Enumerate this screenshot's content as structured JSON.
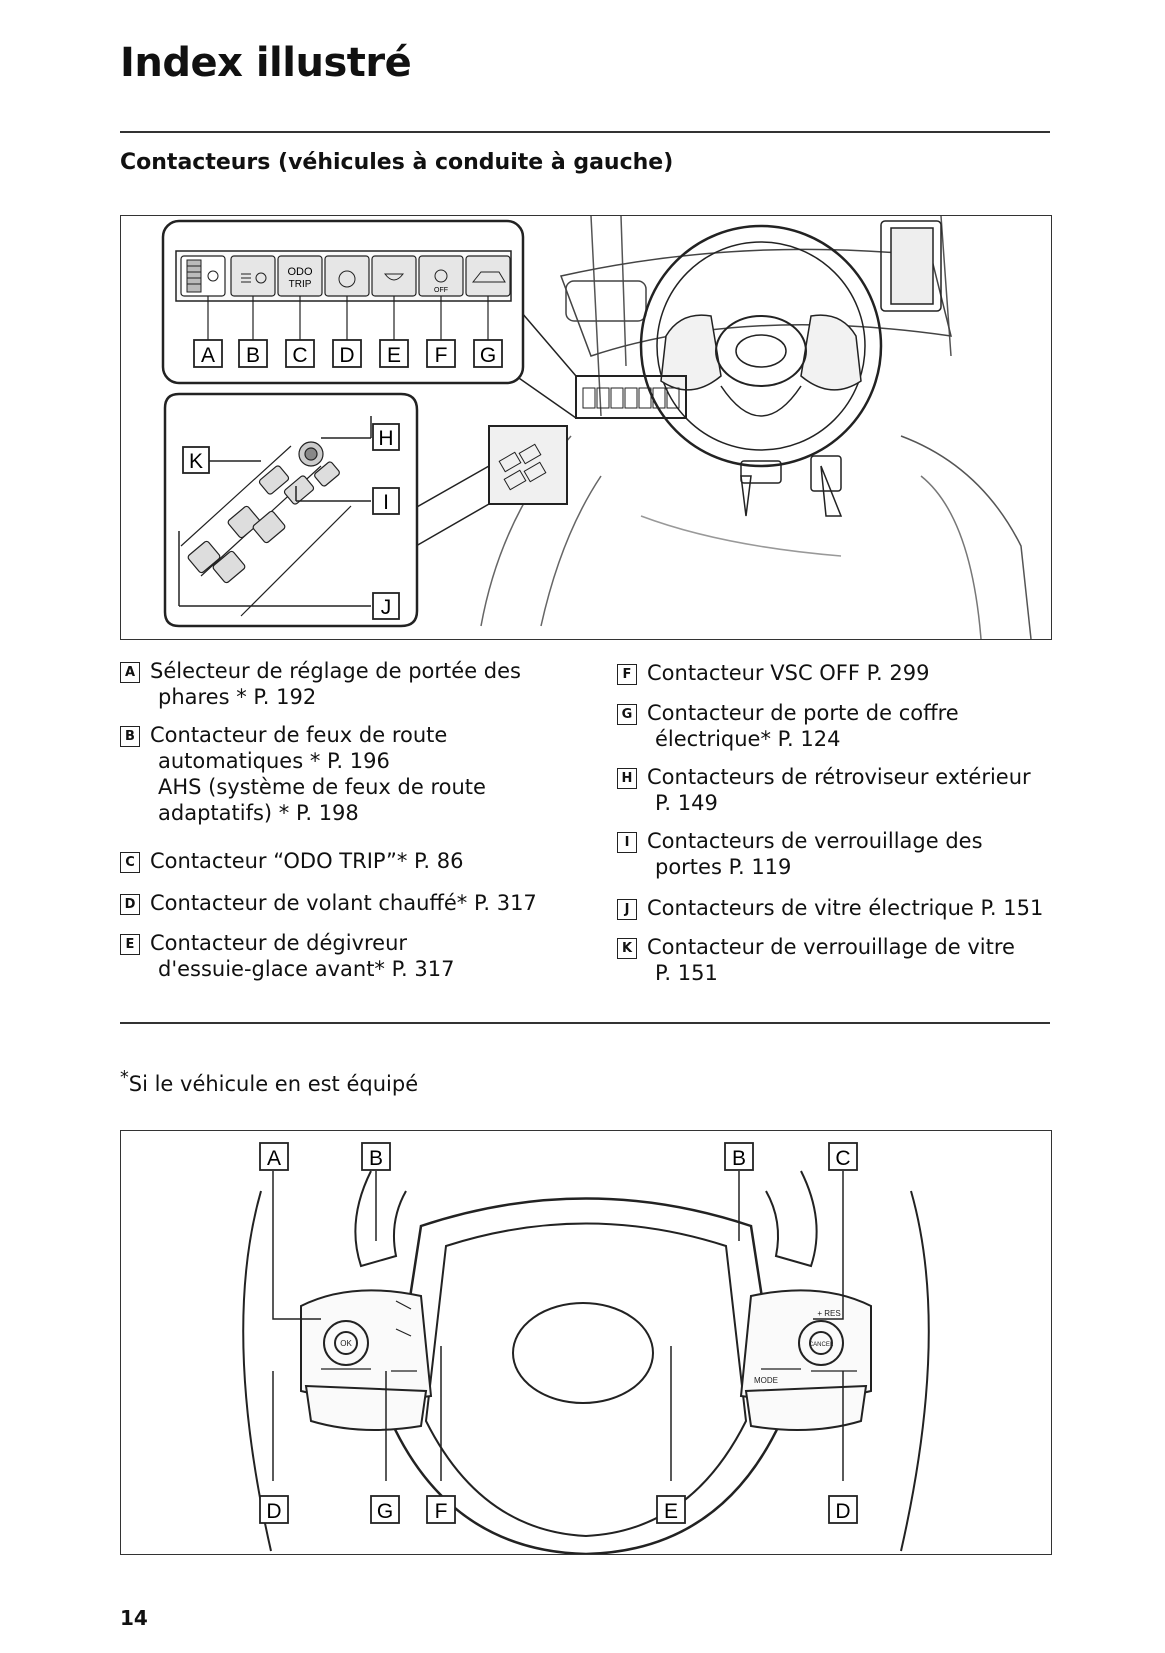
{
  "page": {
    "title": "Index illustré",
    "subtitle": "Contacteurs (véhicules à conduite à gauche)",
    "footnote_mark": "*",
    "footnote_text": "Si le véhicule en est équipé",
    "page_number": "14"
  },
  "figure1": {
    "callouts_top": [
      "A",
      "B",
      "C",
      "D",
      "E",
      "F",
      "G"
    ],
    "callouts_side": [
      "H",
      "K",
      "I",
      "J"
    ],
    "switch_odo": "ODO",
    "switch_trip": "TRIP",
    "switch_off": "OFF"
  },
  "legend_left": [
    {
      "key": "A",
      "lines": [
        "Sélecteur de réglage de portée des",
        "phares * P. 192"
      ]
    },
    {
      "key": "B",
      "lines": [
        "Contacteur de feux de route",
        "automatiques * P. 196",
        "AHS (système de feux de route",
        "adaptatifs) * P. 198"
      ]
    },
    {
      "key": "C",
      "lines": [
        "Contacteur “ODO TRIP”* P. 86"
      ]
    },
    {
      "key": "D",
      "lines": [
        "Contacteur de volant chauffé* P. 317"
      ]
    },
    {
      "key": "E",
      "lines": [
        "Contacteur de dégivreur",
        "d'essuie-glace avant* P. 317"
      ]
    }
  ],
  "legend_right": [
    {
      "key": "F",
      "lines": [
        "Contacteur VSC OFF P. 299"
      ]
    },
    {
      "key": "G",
      "lines": [
        "Contacteur de porte de coffre",
        "électrique* P. 124"
      ]
    },
    {
      "key": "H",
      "lines": [
        "Contacteurs de rétroviseur extérieur",
        "P. 149"
      ]
    },
    {
      "key": "I",
      "lines": [
        "Contacteurs de verrouillage des",
        "portes P. 119"
      ]
    },
    {
      "key": "J",
      "lines": [
        "Contacteurs de vitre électrique P. 151"
      ]
    },
    {
      "key": "K",
      "lines": [
        "Contacteur de verrouillage de vitre",
        "P. 151"
      ]
    }
  ],
  "figure2": {
    "callouts_top": [
      "A",
      "B",
      "B",
      "C"
    ],
    "callouts_bottom": [
      "D",
      "G",
      "F",
      "E",
      "D"
    ],
    "btn_ok": "OK",
    "btn_res": "+ RES",
    "btn_cancel": "CANCEL",
    "btn_mode": "MODE"
  }
}
